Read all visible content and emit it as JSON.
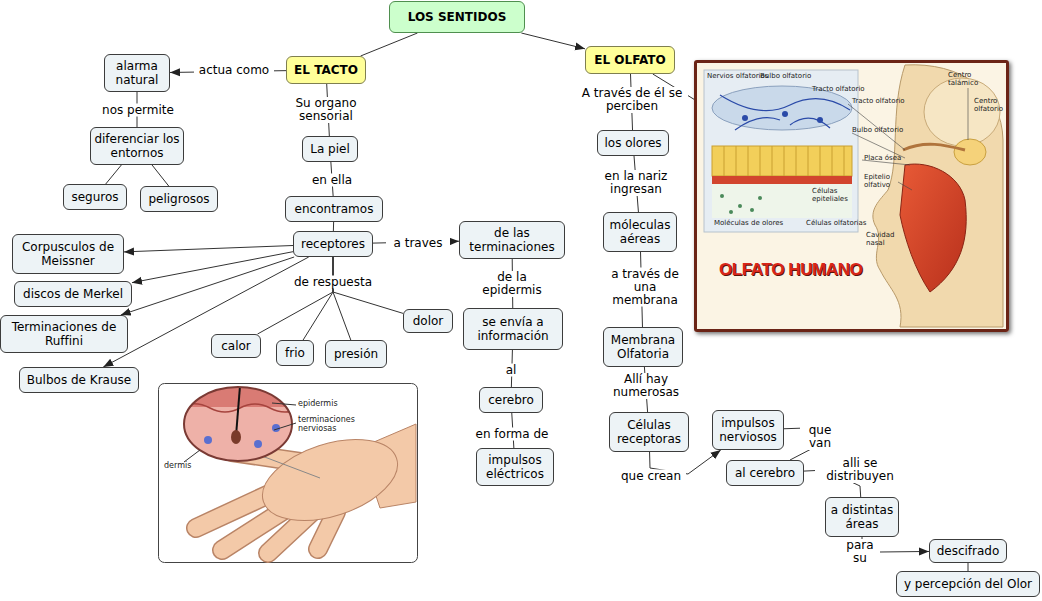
{
  "diagram": {
    "nodes": [
      {
        "text": [
          "LOS SENTIDOS"
        ]
      },
      {
        "text": [
          "EL TACTO"
        ]
      },
      {
        "text": [
          "EL OLFATO"
        ]
      },
      {
        "text": [
          "alarma natural"
        ]
      },
      {
        "text": [
          "diferenciar los entornos"
        ]
      },
      {
        "text": [
          "seguros"
        ]
      },
      {
        "text": [
          "peligrosos"
        ]
      },
      {
        "text": [
          "La piel"
        ]
      },
      {
        "text": [
          "encontramos"
        ]
      },
      {
        "text": [
          "receptores"
        ]
      },
      {
        "text": [
          "Corpusculos de Meissner"
        ]
      },
      {
        "text": [
          "discos de Merkel"
        ]
      },
      {
        "text": [
          "Terminaciones de Ruffini"
        ]
      },
      {
        "text": [
          "Bulbos de Krause"
        ]
      },
      {
        "text": [
          "calor"
        ]
      },
      {
        "text": [
          "frio"
        ]
      },
      {
        "text": [
          "presión"
        ]
      },
      {
        "text": [
          "dolor"
        ]
      },
      {
        "text": [
          "de las terminaciones"
        ]
      },
      {
        "text": [
          "se envía a información"
        ]
      },
      {
        "text": [
          "cerebro"
        ]
      },
      {
        "text": [
          "impulsos eléctricos"
        ]
      },
      {
        "text": [
          "los olores"
        ]
      },
      {
        "text": [
          "móleculas aéreas"
        ]
      },
      {
        "text": [
          "Membrana Olfatoria"
        ]
      },
      {
        "text": [
          "Células receptoras"
        ]
      },
      {
        "text": [
          "impulsos nerviosos"
        ]
      },
      {
        "text": [
          "al cerebro"
        ]
      },
      {
        "text": [
          "a distintas áreas"
        ]
      },
      {
        "text": [
          "descifrado"
        ]
      },
      {
        "text": [
          "y percepción del Olor"
        ]
      },
      {
        "text": [
          "OLFATO HUMANO"
        ]
      }
    ],
    "edges": [
      {
        "from": 0,
        "to": 1,
        "arrow": "none"
      },
      {
        "from": 0,
        "to": 2,
        "arrow": "to"
      },
      {
        "from": 1,
        "to": 3,
        "label": "actua como",
        "arrow": "to"
      },
      {
        "from": 3,
        "to": 4,
        "label": "nos permite",
        "arrow": "none"
      },
      {
        "from": 4,
        "to": 5,
        "arrow": "none"
      },
      {
        "from": 4,
        "to": 6,
        "arrow": "none"
      },
      {
        "from": 1,
        "to": 7,
        "label": "Su organo sensorial",
        "arrow": "none"
      },
      {
        "from": 7,
        "to": 8,
        "label": "en ella",
        "arrow": "none"
      },
      {
        "from": 8,
        "to": 9,
        "arrow": "none"
      },
      {
        "from": 9,
        "to": 10,
        "arrow": "to"
      },
      {
        "from": 9,
        "to": 11,
        "arrow": "to"
      },
      {
        "from": 9,
        "to": 12,
        "arrow": "to"
      },
      {
        "from": 9,
        "to": 13,
        "arrow": "to"
      },
      {
        "from": 9,
        "to": 14,
        "label": "de respuesta",
        "arrow": "none"
      },
      {
        "from": 9,
        "to": 15,
        "arrow": "none"
      },
      {
        "from": 9,
        "to": 16,
        "arrow": "none"
      },
      {
        "from": 9,
        "to": 17,
        "arrow": "none"
      },
      {
        "from": 9,
        "to": 18,
        "label": "a traves",
        "arrow": "to"
      },
      {
        "from": 18,
        "to": 19,
        "label": "de la epidermis",
        "arrow": "none"
      },
      {
        "from": 19,
        "to": 20,
        "label": "al",
        "arrow": "none"
      },
      {
        "from": 20,
        "to": 21,
        "label": "en forma de",
        "arrow": "none"
      },
      {
        "from": 2,
        "to": 22,
        "label": "A través de él se perciben",
        "arrow": "none"
      },
      {
        "from": 22,
        "to": 23,
        "label": "en la nariz ingresan",
        "arrow": "none"
      },
      {
        "from": 23,
        "to": 24,
        "label": "a través de una membrana",
        "arrow": "none"
      },
      {
        "from": 24,
        "to": 25,
        "label": "Allí hay numerosas",
        "arrow": "none"
      },
      {
        "from": 25,
        "to": 26,
        "label": "que crean",
        "arrow": "to"
      },
      {
        "from": 26,
        "to": 27,
        "label": "que van",
        "arrow": "none"
      },
      {
        "from": 27,
        "to": 28,
        "label": "alli se distribuyen",
        "arrow": "none"
      },
      {
        "from": 28,
        "to": 29,
        "label": "para su",
        "arrow": "to"
      },
      {
        "from": 29,
        "to": 30,
        "arrow": "none"
      },
      {
        "from": 2,
        "to": 31,
        "arrow": "none"
      }
    ],
    "labels": [
      "epidermis",
      "terminaciones nerviosas",
      "dermis",
      "Nervios olfatorios",
      "Bulbo olfatorio",
      "Tracto olfatorio",
      "Centro talámico",
      "Centro olfatorio",
      "Tracto olfatorio",
      "Bulbo olfatorio",
      "Placa ósea",
      "Epitelio olfativo",
      "Células epiteliales",
      "Cavidad nasal",
      "Moléculas de olores",
      "Células olfatorias"
    ]
  }
}
